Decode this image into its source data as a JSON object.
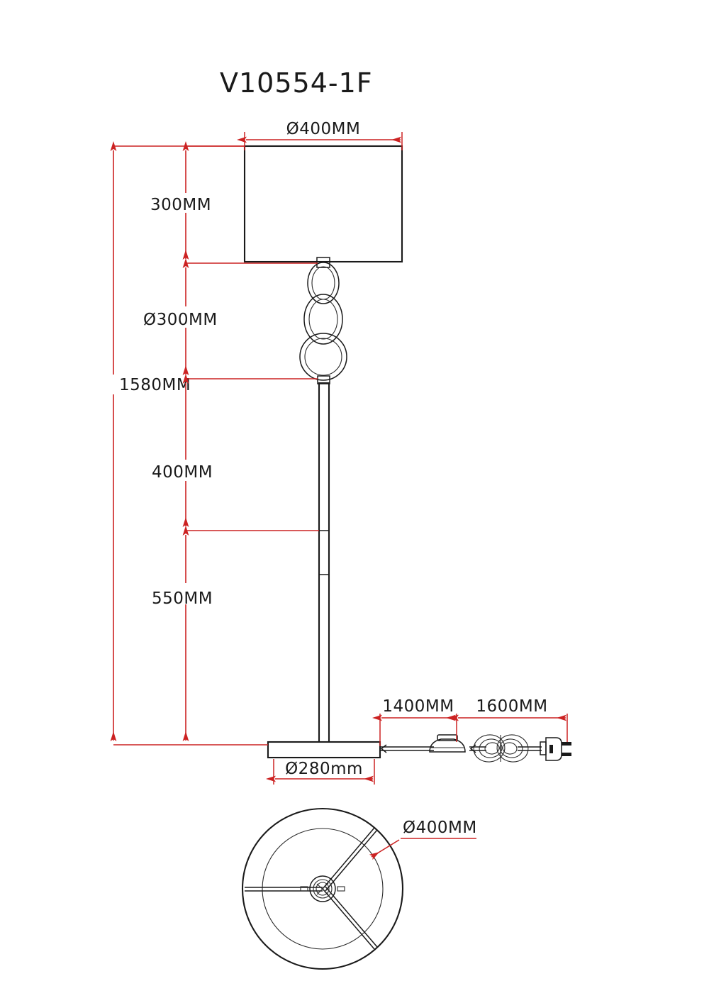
{
  "drawing": {
    "title": "V10554-1F",
    "product_type": "floor-lamp-technical-drawing",
    "units_note": "MM",
    "colors": {
      "dimension_red": "#cc2222",
      "outline_black": "#1a1a1a",
      "background": "#ffffff"
    },
    "dimensions": {
      "shade_diameter_top": "Ø400MM",
      "shade_height": "300MM",
      "decorative_stem_height": "Ø300MM",
      "overall_height": "1580MM",
      "upper_pole_segment": "400MM",
      "lower_pole_segment": "550MM",
      "cord_to_switch": "1400MM",
      "switch_to_plug": "1600MM",
      "base_diameter": "Ø280mm",
      "shade_diameter_plan": "Ø400MM"
    },
    "views": {
      "front_elevation": "front-elevation-view",
      "plan_bottom": "shade-plan-view"
    },
    "components": {
      "shade": "lamp-shade",
      "decorative_stem": "decorative-ring-stem",
      "pole": "lamp-pole",
      "base": "lamp-base",
      "cord": "power-cord",
      "foot_switch": "foot-switch",
      "cord_coil": "cord-coil-bundle",
      "plug": "power-plug",
      "socket_hub": "shade-socket-hub",
      "spokes": "shade-spokes"
    }
  }
}
